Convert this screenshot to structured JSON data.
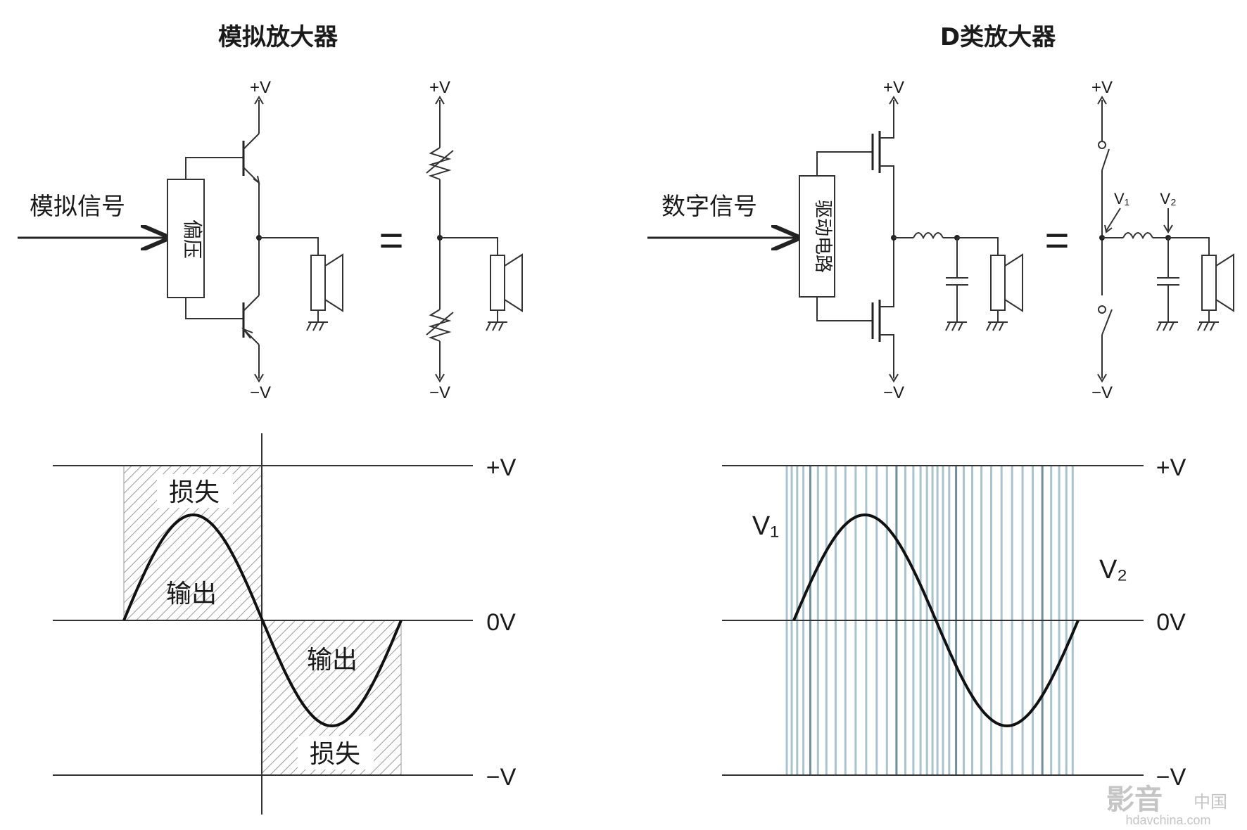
{
  "analog": {
    "title": "模拟放大器",
    "input_label": "模拟信号",
    "block_label": "偏压",
    "supply_pos": "+V",
    "supply_neg": "−V",
    "equiv_supply_pos": "+V",
    "equiv_supply_neg": "−V",
    "equals": "="
  },
  "digital": {
    "title": "D类放大器",
    "input_label": "数字信号",
    "block_label": "驱动电路",
    "supply_pos": "+V",
    "supply_neg": "−V",
    "equiv_supply_pos": "+V",
    "equiv_supply_neg": "−V",
    "equals": "=",
    "node_v1": "V₁",
    "node_v2": "V₂"
  },
  "analog_waveform": {
    "label_pos": "+V",
    "label_zero": "0V",
    "label_neg": "−V",
    "loss_top": "损失",
    "output_top": "输出",
    "output_bottom": "输出",
    "loss_bottom": "损失"
  },
  "digital_waveform": {
    "label_pos": "+V",
    "label_zero": "0V",
    "label_neg": "−V",
    "v1_label": "V₁",
    "v2_label": "V₂"
  },
  "watermark": {
    "text_main": "影音",
    "text_cn": "中国",
    "text_url": "hdavchina.com"
  },
  "colors": {
    "pwm_bars": "#a9c3cf",
    "hatch": "#9a9a9a",
    "watermark": "#c5c5c5"
  }
}
